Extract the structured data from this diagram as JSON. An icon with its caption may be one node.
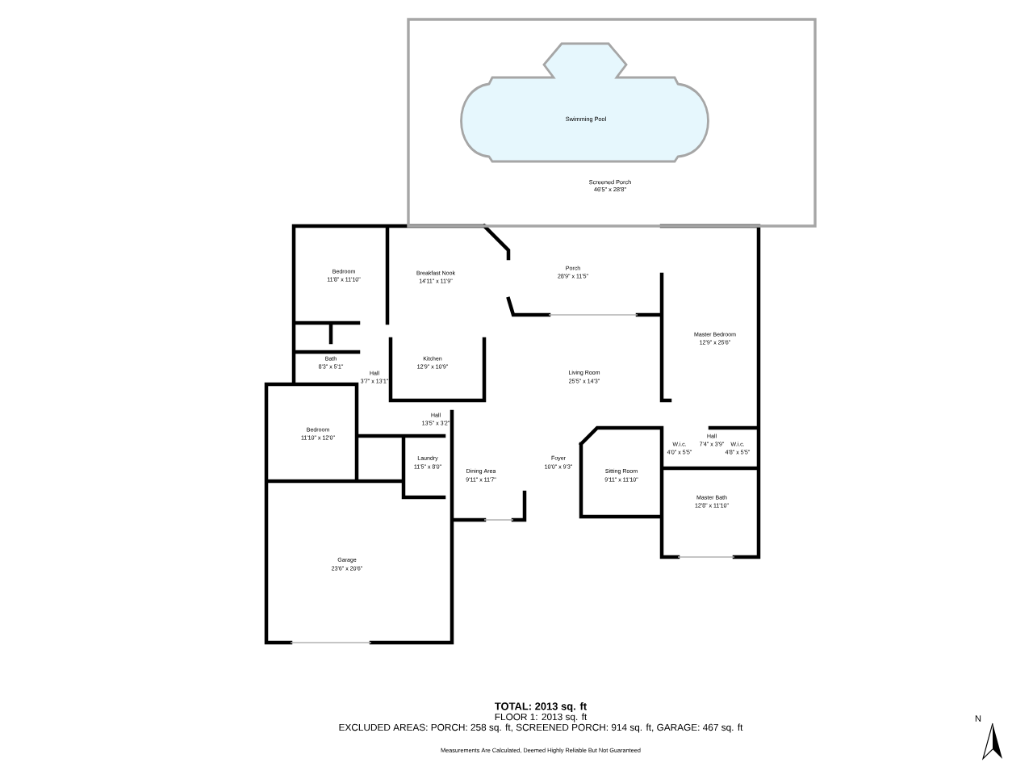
{
  "diagram": {
    "nodes": [
      {
        "text": [
          "Screened Porch",
          "46'5\" x 28'8\""
        ]
      },
      {
        "text": [
          "Swimming Pool"
        ],
        "in": 0
      }
    ],
    "labels": [
      "Bedroom",
      "11'8\" x 11'10\"",
      "Breakfast Nook",
      "14'11\" x 11'9\"",
      "Porch",
      "28'9\" x 11'5\"",
      "Master Bedroom",
      "12'9\" x 25'6\"",
      "Bath",
      "8'3\" x 5'1\"",
      "Kitchen",
      "12'9\" x 10'9\"",
      "Hall",
      "3'7\" x 13'1\"",
      "Living Room",
      "25'5\" x 14'3\"",
      "Bedroom",
      "11'10\" x 12'0\"",
      "Hall",
      "13'5\" x 3'2\"",
      "W.i.c.",
      "4'0\" x 5'5\"",
      "Hall",
      "7'4\" x 3'9\"",
      "W.i.c.",
      "4'8\" x 5'5\"",
      "Foyer",
      "10'0\" x 9'3\"",
      "Laundry",
      "11'5\" x 8'0\"",
      "Dining Area",
      "9'11\" x 11'7\"",
      "Sitting Room",
      "9'11\" x 11'10\"",
      "Master Bath",
      "12'8\" x 11'10\"",
      "Garage",
      "23'6\" x 20'6\"",
      "N",
      "TOTAL: 2013 sq. ft",
      "FLOOR 1: 2013 sq. ft",
      "EXCLUDED AREAS: PORCH: 258 sq. ft, SCREENED PORCH: 914 sq. ft, GARAGE: 467 sq. ft",
      "Measurements Are Calculated, Deemed Highly Reliable But Not Guaranteed"
    ]
  }
}
